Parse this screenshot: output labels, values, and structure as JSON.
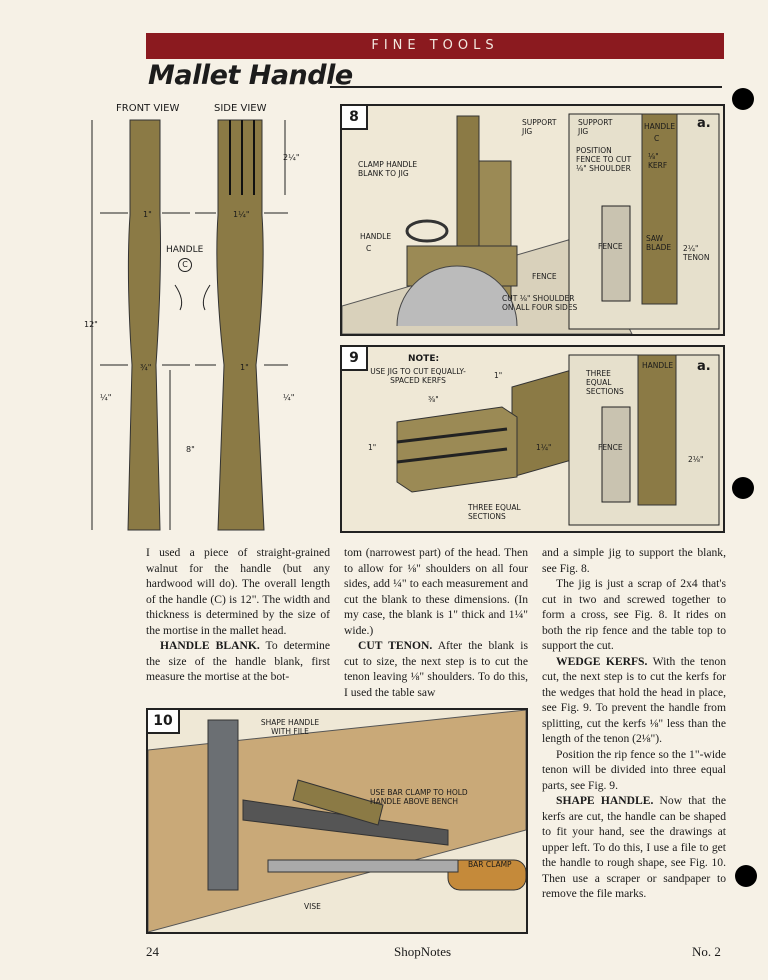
{
  "header": {
    "section": "FINE TOOLS",
    "title": "Mallet Handle"
  },
  "handle_drawing": {
    "front_label": "FRONT VIEW",
    "side_label": "SIDE VIEW",
    "part_label": "HANDLE",
    "part_letter": "C",
    "dims": {
      "top_length": "2¼\"",
      "front_width_top": "1\"",
      "side_width_top": "1¼\"",
      "overall": "12\"",
      "front_width_bottom": "¾\"",
      "side_width_bottom": "1\"",
      "front_taper": "¼\"",
      "side_taper": "¼\"",
      "bottom_length": "8\""
    }
  },
  "fig8": {
    "number": "8",
    "callouts": {
      "clamp": "CLAMP HANDLE BLANK TO JIG",
      "support": "SUPPORT JIG",
      "handle": "HANDLE",
      "handle_letter": "C",
      "fence": "FENCE",
      "cut": "CUT ⅛\" SHOULDER ON ALL FOUR SIDES"
    },
    "detail": {
      "letter": "a.",
      "support": "SUPPORT JIG",
      "handle": "HANDLE",
      "handle_letter": "C",
      "position": "POSITION FENCE TO CUT ⅛\" SHOULDER",
      "kerf": "⅛\" KERF",
      "fence": "FENCE",
      "saw_blade": "SAW BLADE",
      "tenon": "2¼\" TENON"
    }
  },
  "fig9": {
    "number": "9",
    "note_title": "NOTE:",
    "note": "USE JIG TO CUT EQUALLY-SPACED KERFS",
    "dim_1in": "1\"",
    "dim_3_8": "⅜\"",
    "dim_1_left": "1\"",
    "dim_1_quarter": "1¼\"",
    "sections": "THREE EQUAL SECTIONS",
    "detail": {
      "letter": "a.",
      "handle": "HANDLE",
      "three_equal": "THREE EQUAL SECTIONS",
      "fence": "FENCE",
      "dim": "2⅛\""
    }
  },
  "fig10": {
    "number": "10",
    "shape": "SHAPE HANDLE WITH FILE",
    "bar_clamp_hold": "USE BAR CLAMP TO HOLD HANDLE ABOVE BENCH",
    "bar_clamp": "BAR CLAMP",
    "vise": "VISE"
  },
  "article": {
    "col1_p1": "I used a piece of straight-grained walnut for the handle (but any hardwood will do). The overall length of the handle (C) is 12\". The width and thickness is determined by the size of the mortise in the mallet head.",
    "col1_p2_lead": "HANDLE BLANK.",
    "col1_p2": " To determine the size of the handle blank, first measure the mortise at the bot-",
    "col2_p1": "tom (narrowest part) of the head. Then to allow for ⅛\" shoulders on all four sides, add ¼\" to each measurement and cut the blank to these dimensions. (In my case, the blank is 1\" thick and 1¼\" wide.)",
    "col2_p2_lead": "CUT TENON.",
    "col2_p2": " After the blank is cut to size, the next step is to cut the tenon leaving ⅛\" shoulders. To do this, I used the table saw",
    "col3_p1": "and a simple jig to support the blank, see Fig. 8.",
    "col3_p2": "The jig is just a scrap of 2x4 that's cut in two and screwed together to form a cross, see Fig. 8. It rides on both the rip fence and the table top to support the cut.",
    "col3_p3_lead": "WEDGE KERFS.",
    "col3_p3": " With the tenon cut, the next step is to cut the kerfs for the wedges that hold the head in place, see Fig. 9. To prevent the handle from splitting, cut the kerfs ⅛\" less than the length of the tenon (2⅛\").",
    "col3_p4": "Position the rip fence so the 1\"-wide tenon will be divided into three equal parts, see Fig. 9.",
    "col3_p5_lead": "SHAPE HANDLE.",
    "col3_p5": " Now that the kerfs are cut, the handle can be shaped to fit your hand, see the drawings at upper left. To do this, I use a file to get the handle to rough shape, see Fig. 10. Then use a scraper or sandpaper to remove the file marks."
  },
  "footer": {
    "page": "24",
    "magazine": "ShopNotes",
    "issue": "No. 2"
  },
  "colors": {
    "banner": "#8b1a1f",
    "wood": "#8b7a45",
    "paper": "#f6f1e6"
  }
}
